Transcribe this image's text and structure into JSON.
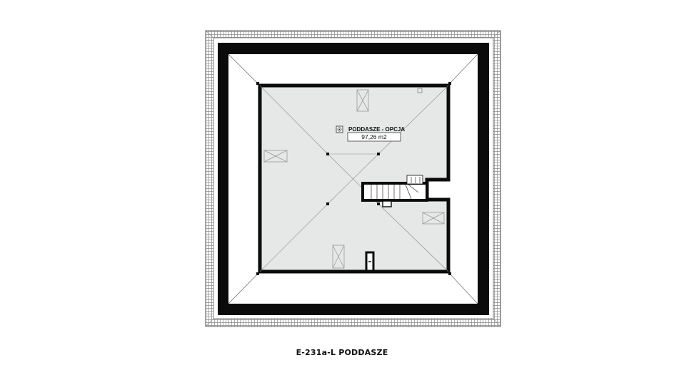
{
  "plan": {
    "room": {
      "name": "PODDASZE - OPCJA",
      "area": "97,26 m2"
    },
    "caption": "E-231a-L PODDASZE"
  },
  "colors": {
    "wall": "#0b0b0b",
    "floor": "#e6e7e7",
    "roof_edge": "#777777",
    "background": "#ffffff"
  }
}
